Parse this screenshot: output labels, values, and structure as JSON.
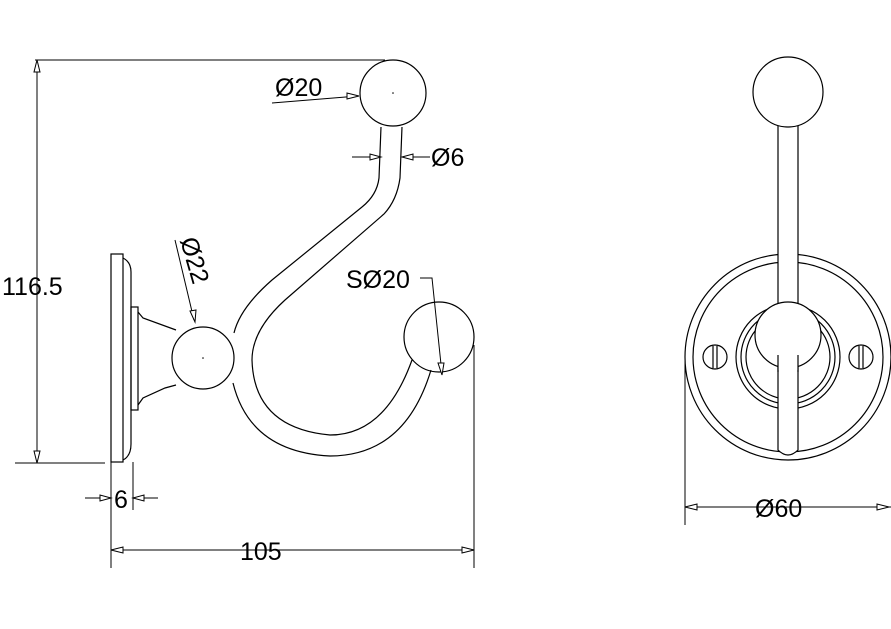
{
  "dimensions": {
    "height": "116.5",
    "top_ball": "Ø20",
    "stem": "Ø6",
    "base_ball": "Ø22",
    "lower_ball": "SØ20",
    "plate_thickness": "6",
    "projection": "105",
    "rosette": "Ø60"
  },
  "colors": {
    "line": "#000000",
    "background": "#ffffff"
  }
}
